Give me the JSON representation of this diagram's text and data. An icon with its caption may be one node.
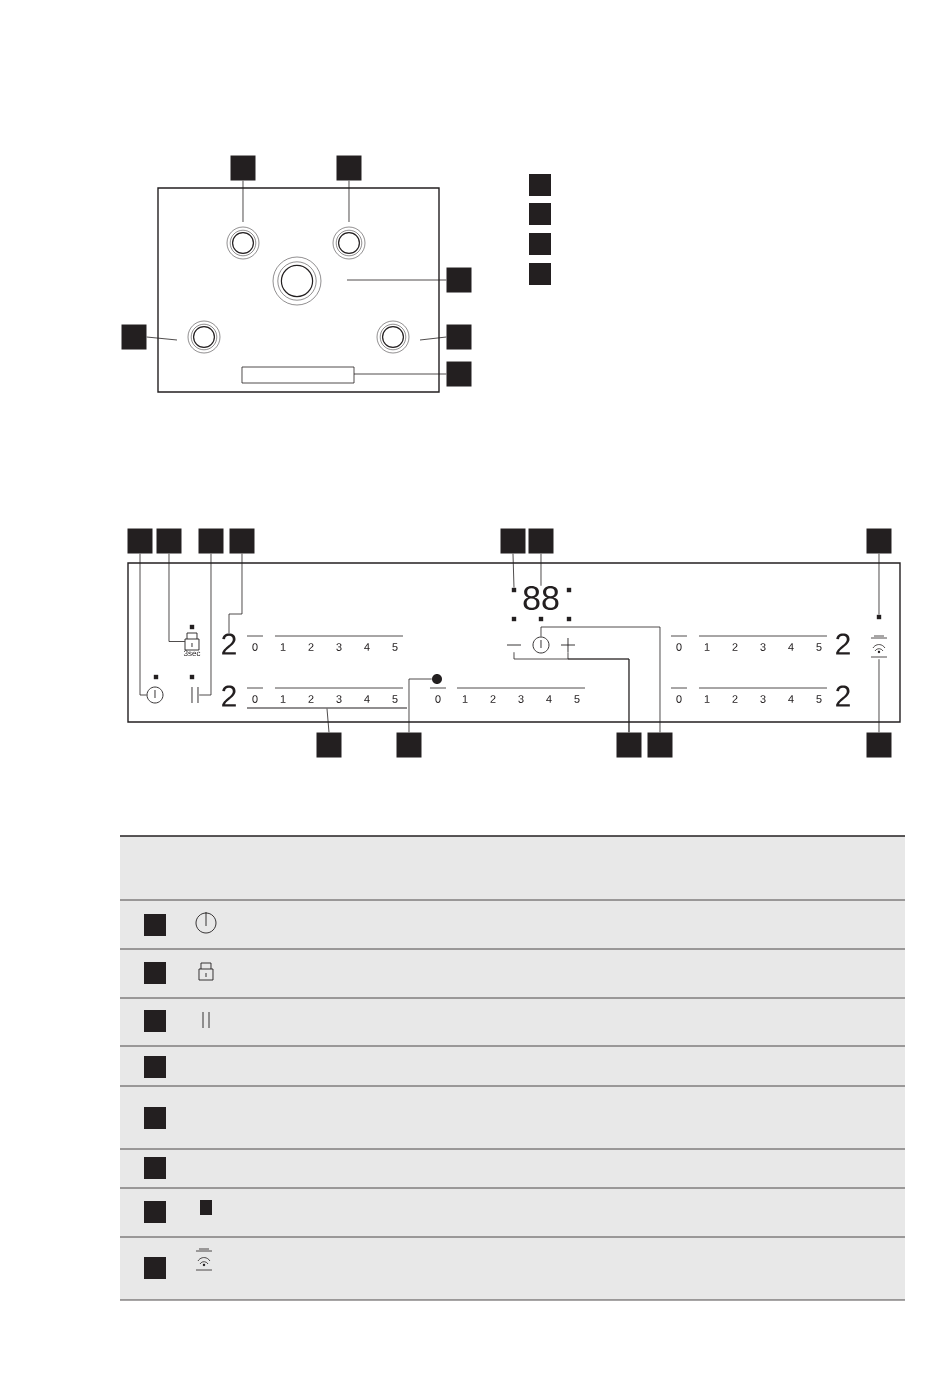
{
  "diagram": {
    "nodes": [
      {
        "text": [],
        "shape": "box"
      },
      {
        "text": [],
        "shape": "box"
      },
      {
        "text": [],
        "shape": "box"
      },
      {
        "text": [],
        "shape": "box"
      },
      {
        "text": [],
        "shape": "box"
      },
      {
        "text": [],
        "shape": "box"
      },
      {
        "text": [],
        "shape": "box"
      },
      {
        "text": [],
        "shape": "box"
      },
      {
        "text": [],
        "shape": "box"
      },
      {
        "text": [],
        "shape": "box"
      },
      {
        "text": [],
        "shape": "box"
      },
      {
        "text": [],
        "shape": "box"
      },
      {
        "text": [],
        "shape": "box"
      },
      {
        "text": [],
        "shape": "box"
      },
      {
        "text": [],
        "shape": "box"
      },
      {
        "text": [],
        "shape": "box"
      },
      {
        "text": [],
        "shape": "box"
      },
      {
        "text": [],
        "shape": "box"
      },
      {
        "text": [],
        "shape": "box"
      },
      {
        "text": [],
        "shape": "box"
      },
      {
        "text": [],
        "shape": "box"
      },
      {
        "text": [],
        "shape": "box"
      },
      {
        "text": [],
        "shape": "box"
      },
      {
        "text": [],
        "shape": "box"
      },
      {
        "text": [],
        "shape": "box"
      },
      {
        "text": [],
        "shape": "box"
      },
      {
        "text": [],
        "shape": "box"
      },
      {
        "text": [],
        "shape": "box"
      },
      {
        "text": [],
        "shape": "box"
      },
      {
        "text": [],
        "shape": "box"
      },
      {
        "text": [],
        "shape": "circle"
      },
      {
        "text": [],
        "shape": "lock",
        "beside": [
          "3sec"
        ]
      },
      {
        "text": [],
        "shape": "pause"
      },
      {
        "text": [
          "2"
        ]
      },
      {
        "text": [],
        "shape": "dot"
      },
      {
        "text": [
          "88"
        ]
      },
      {
        "text": [],
        "shape": "dot"
      },
      {
        "text": [],
        "shape": "bar"
      },
      {
        "text": [],
        "shape": "disc"
      },
      {
        "text": [],
        "shape": "minus"
      },
      {
        "text": [],
        "shape": "plus"
      },
      {
        "text": [],
        "shape": "circle"
      },
      {
        "text": [],
        "shape": "hood"
      }
    ],
    "edges": [
      {
        "from": 0,
        "to": null,
        "arrow": "none"
      },
      {
        "from": 1,
        "to": null,
        "arrow": "none"
      },
      {
        "from": 2,
        "to": null,
        "arrow": "none"
      },
      {
        "from": 3,
        "to": null,
        "arrow": "none"
      },
      {
        "from": 4,
        "to": null,
        "arrow": "none"
      },
      {
        "from": 5,
        "to": null,
        "arrow": "none"
      },
      {
        "from": 10,
        "to": 30,
        "arrow": "none"
      },
      {
        "from": 11,
        "to": 31,
        "arrow": "none"
      },
      {
        "from": 12,
        "to": 32,
        "arrow": "none"
      },
      {
        "from": 13,
        "to": 33,
        "arrow": "none"
      },
      {
        "from": 14,
        "to": 34,
        "arrow": "none"
      },
      {
        "from": 15,
        "to": 35,
        "arrow": "none"
      },
      {
        "from": 16,
        "to": 36,
        "arrow": "none"
      },
      {
        "from": 17,
        "to": 37,
        "arrow": "none"
      },
      {
        "from": 18,
        "to": 38,
        "arrow": "none"
      },
      {
        "from": 19,
        "to": 39,
        "arrow": "none"
      },
      {
        "from": 19,
        "to": 40,
        "arrow": "none"
      },
      {
        "from": 20,
        "to": 41,
        "arrow": "none"
      },
      {
        "from": 21,
        "to": 42,
        "arrow": "none"
      }
    ],
    "labels": [
      "0",
      "1",
      "2",
      "3",
      "4",
      "5",
      "0",
      "1",
      "2",
      "3",
      "4",
      "5",
      "2",
      "2",
      "0",
      "1",
      "2",
      "3",
      "4",
      "5",
      "0",
      "1",
      "2",
      "3",
      "4",
      "5",
      "0",
      "1",
      "2",
      "3",
      "4",
      "5",
      "2"
    ]
  }
}
